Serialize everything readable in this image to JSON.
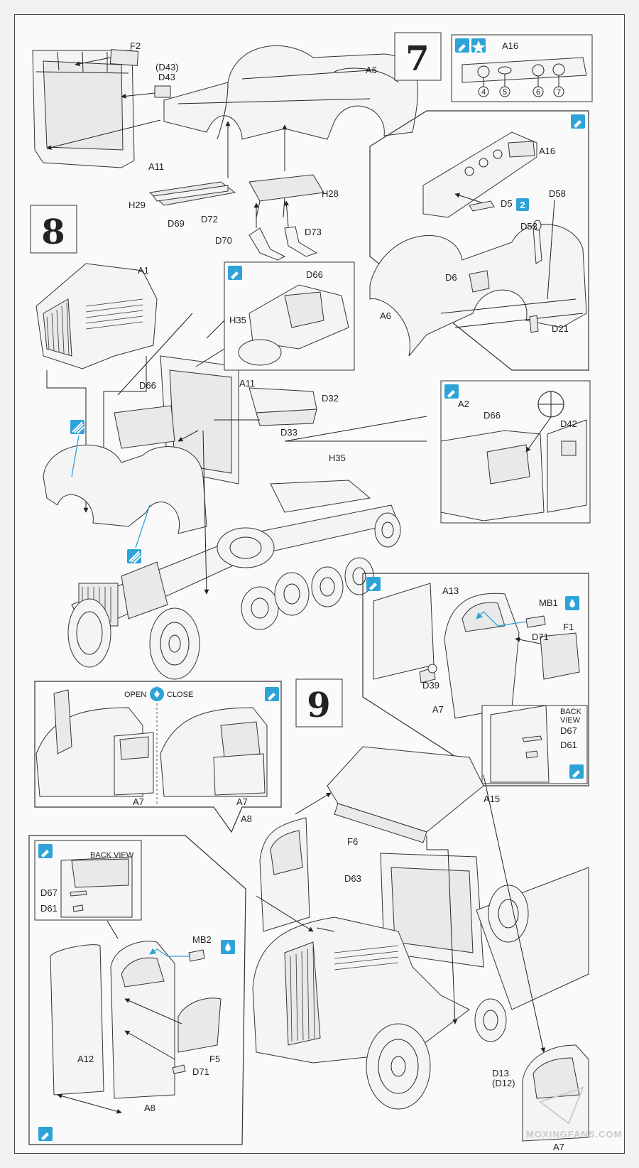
{
  "steps": {
    "s7": "7",
    "s8": "8",
    "s9": "9"
  },
  "toggle": {
    "open": "OPEN",
    "close": "CLOSE"
  },
  "views": {
    "back_view_lines": [
      "BACK",
      "VIEW"
    ],
    "back_view": "BACK VIEW"
  },
  "callouts": {
    "c4": "4",
    "c5": "5",
    "c6": "6",
    "c7": "7",
    "x2": "2"
  },
  "labels": {
    "F2": "F2",
    "D43p": "(D43)",
    "D43": "D43",
    "A6": "A6",
    "A11": "A11",
    "H29": "H29",
    "H28": "H28",
    "D69": "D69",
    "D72": "D72",
    "D70": "D70",
    "D73": "D73",
    "A16": "A16",
    "D5": "D5",
    "D58": "D58",
    "D53": "D53",
    "D6": "D6",
    "D21": "D21",
    "A1": "A1",
    "H35": "H35",
    "D66": "D66",
    "D32": "D32",
    "D33": "D33",
    "A2": "A2",
    "D42": "D42",
    "A13": "A13",
    "MB1": "MB1",
    "D71": "D71",
    "F1": "F1",
    "D39": "D39",
    "A7": "A7",
    "D67": "D67",
    "D61": "D61",
    "A15": "A15",
    "A8": "A8",
    "F6": "F6",
    "D63": "D63",
    "MB2": "MB2",
    "F5": "F5",
    "A12": "A12",
    "D13": "D13",
    "D12p": "(D12)"
  },
  "watermark": "MOXINGFANS.COM",
  "colors": {
    "accent": "#2ea3d8",
    "ink": "#222222",
    "paper": "#fafafa"
  }
}
